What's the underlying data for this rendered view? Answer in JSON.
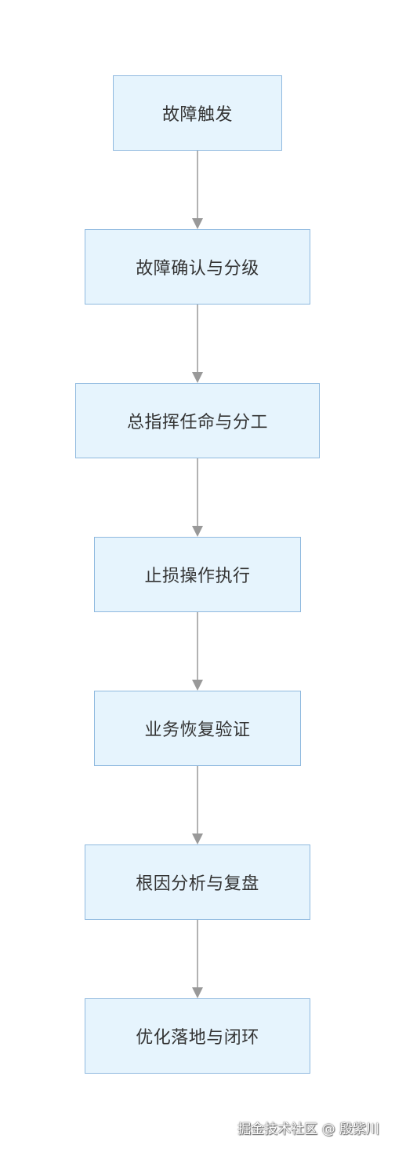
{
  "nodes": [
    "故障触发",
    "故障确认与分级",
    "总指挥任命与分工",
    "止损操作执行",
    "业务恢复验证",
    "根因分析与复盘",
    "优化落地与闭环"
  ],
  "watermark": "掘金技术社区 @ 殷紫川",
  "colors": {
    "node_fill": "#e6f4fd",
    "node_border": "#8fb9df",
    "edge": "#999999",
    "text": "#333333"
  }
}
